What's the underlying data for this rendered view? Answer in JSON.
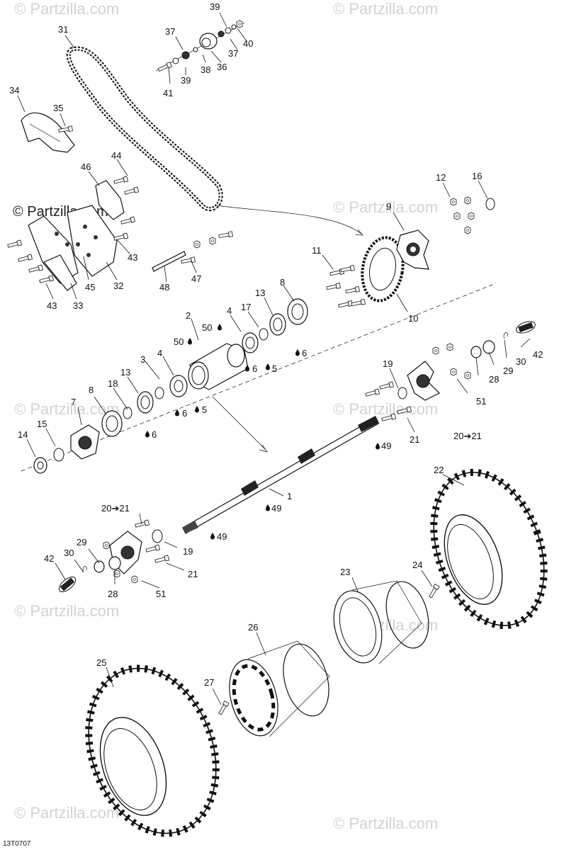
{
  "watermarks": [
    "© Partzilla.com",
    "© Partzilla.com",
    "© Partzilla.com",
    "© Partzilla.com",
    "© Partzilla.com",
    "© Partzilla.com",
    "© Partzilla.com",
    "© Partzilla.com",
    "© Partzilla.com",
    "© Partzilla.com"
  ],
  "watermark_dark": "© Partzilla.com",
  "drawing_code": "13T0707",
  "callouts": {
    "c1": "1",
    "c2": "2",
    "c3": "3",
    "c4a": "4",
    "c4b": "4",
    "c5a": "5",
    "c5b": "5",
    "c6a": "6",
    "c6b": "6",
    "c6c": "6",
    "c6d": "6",
    "c7": "7",
    "c8a": "8",
    "c8b": "8",
    "c9": "9",
    "c10": "10",
    "c11": "11",
    "c12": "12",
    "c13a": "13",
    "c13b": "13",
    "c14": "14",
    "c15": "15",
    "c16": "16",
    "c17": "17",
    "c18": "18",
    "c19a": "19",
    "c19b": "19",
    "c20a": "20➔21",
    "c20b": "20➔21",
    "c21a": "21",
    "c21b": "21",
    "c22": "22",
    "c23": "23",
    "c24": "24",
    "c25": "25",
    "c26": "26",
    "c27": "27",
    "c28a": "28",
    "c28b": "28",
    "c29a": "29",
    "c29b": "29",
    "c30a": "30",
    "c30b": "30",
    "c31": "31",
    "c32": "32",
    "c33": "33",
    "c34": "34",
    "c35": "35",
    "c36": "36",
    "c37a": "37",
    "c37b": "37",
    "c38": "38",
    "c39a": "39",
    "c39b": "39",
    "c40": "40",
    "c41": "41",
    "c42a": "42",
    "c42b": "42",
    "c43a": "43",
    "c43b": "43",
    "c44": "44",
    "c45": "45",
    "c46": "46",
    "c47": "47",
    "c48": "48",
    "c49a": "49",
    "c49b": "49",
    "c49c": "49",
    "c50a": "50",
    "c50b": "50",
    "c51a": "51",
    "c51b": "51"
  }
}
